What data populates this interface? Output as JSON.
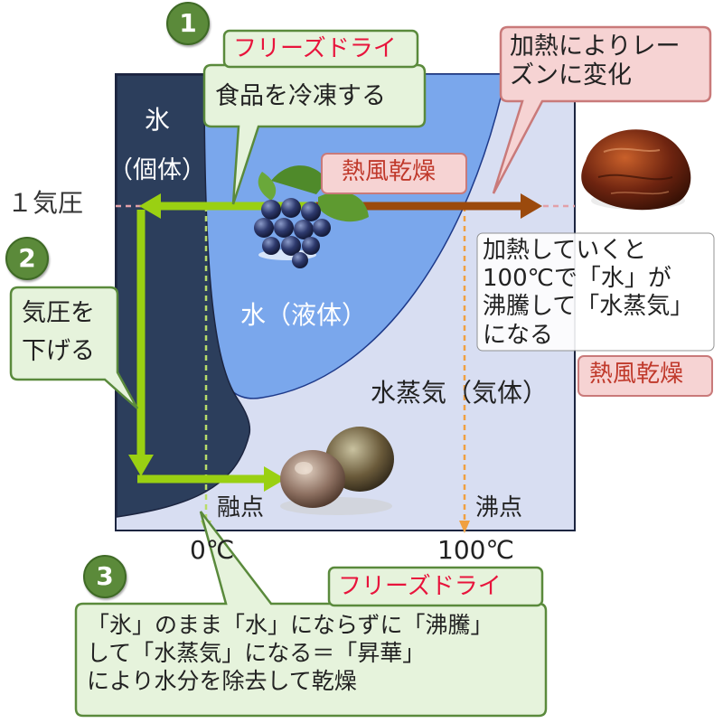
{
  "steps": [
    "1",
    "2",
    "3"
  ],
  "labels": {
    "ice": "氷",
    "solid": "（個体）",
    "pressure_1atm": "１気圧",
    "liquid": "水（液体）",
    "vapor": "水蒸気（気体）",
    "melting_point": "融点",
    "boiling_point": "沸点",
    "temp_0": "0℃",
    "temp_100": "100℃"
  },
  "callouts": {
    "freeze_title": "フリーズドライ",
    "freeze_step": "食品を冷凍する",
    "hot_air": "熱風乾燥",
    "raisin_text": [
      "加熱によりレー",
      "ズンに変化"
    ],
    "lower_pressure": [
      "気圧を",
      "下げる"
    ],
    "boil_text": [
      "加熱していくと",
      "100℃で「水」が",
      "沸騰して「水蒸気」",
      "になる"
    ],
    "hot_air_2": "熱風乾燥",
    "freeze_title_2": "フリーズドライ",
    "sublimation_text": [
      "「氷」のまま「水」にならずに「沸騰」",
      "して「水蒸気」になる＝「昇華」",
      "により水分を除去して乾燥"
    ]
  },
  "colors": {
    "ice_region": "#2c3e5c",
    "liquid_region": "#7aa7ec",
    "vapor_region": "#d8def2",
    "green_arrow": "#9ad012",
    "brown_arrow": "#9b4a0d",
    "callout_green_fill": "#e6f3dc",
    "callout_green_border": "#5a8a3c",
    "callout_pink_fill": "#f6d3d3",
    "callout_pink_border": "#c97a7a",
    "accent_red": "#e8143c"
  }
}
